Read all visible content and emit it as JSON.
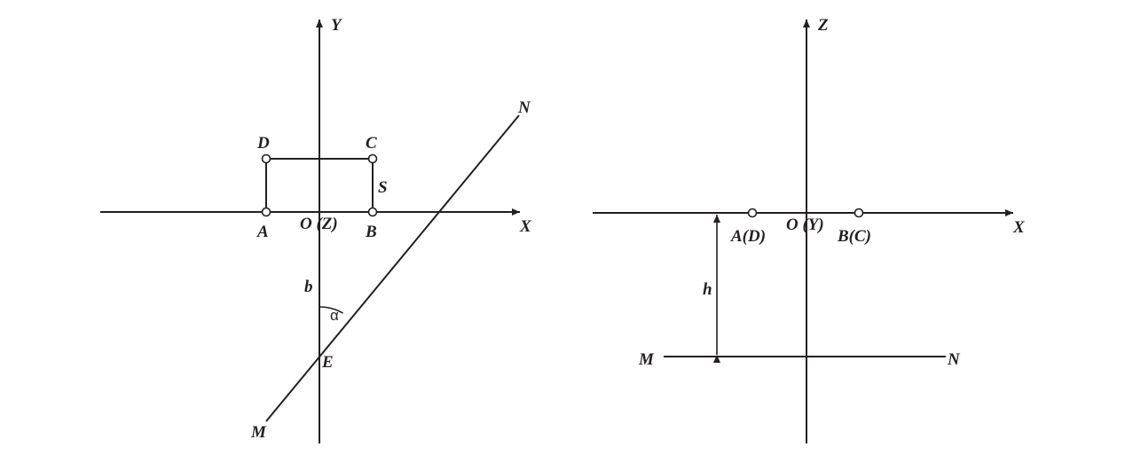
{
  "colors": {
    "ink": "#231f20",
    "background": "#ffffff"
  },
  "left_view": {
    "axis_x": "X",
    "axis_y": "Y",
    "origin": "O (Z)",
    "points": {
      "A": "A",
      "B": "B",
      "C": "C",
      "D": "D",
      "E": "E"
    },
    "line_ends": {
      "M": "M",
      "N": "N"
    },
    "side_label": "S",
    "distance_label": "b",
    "angle_label": "α"
  },
  "right_view": {
    "axis_x": "X",
    "axis_z": "Z",
    "origin": "O (Y)",
    "point_ad": "A(D)",
    "point_bc": "B(C)",
    "line_ends": {
      "M": "M",
      "N": "N"
    },
    "height_label": "h"
  }
}
